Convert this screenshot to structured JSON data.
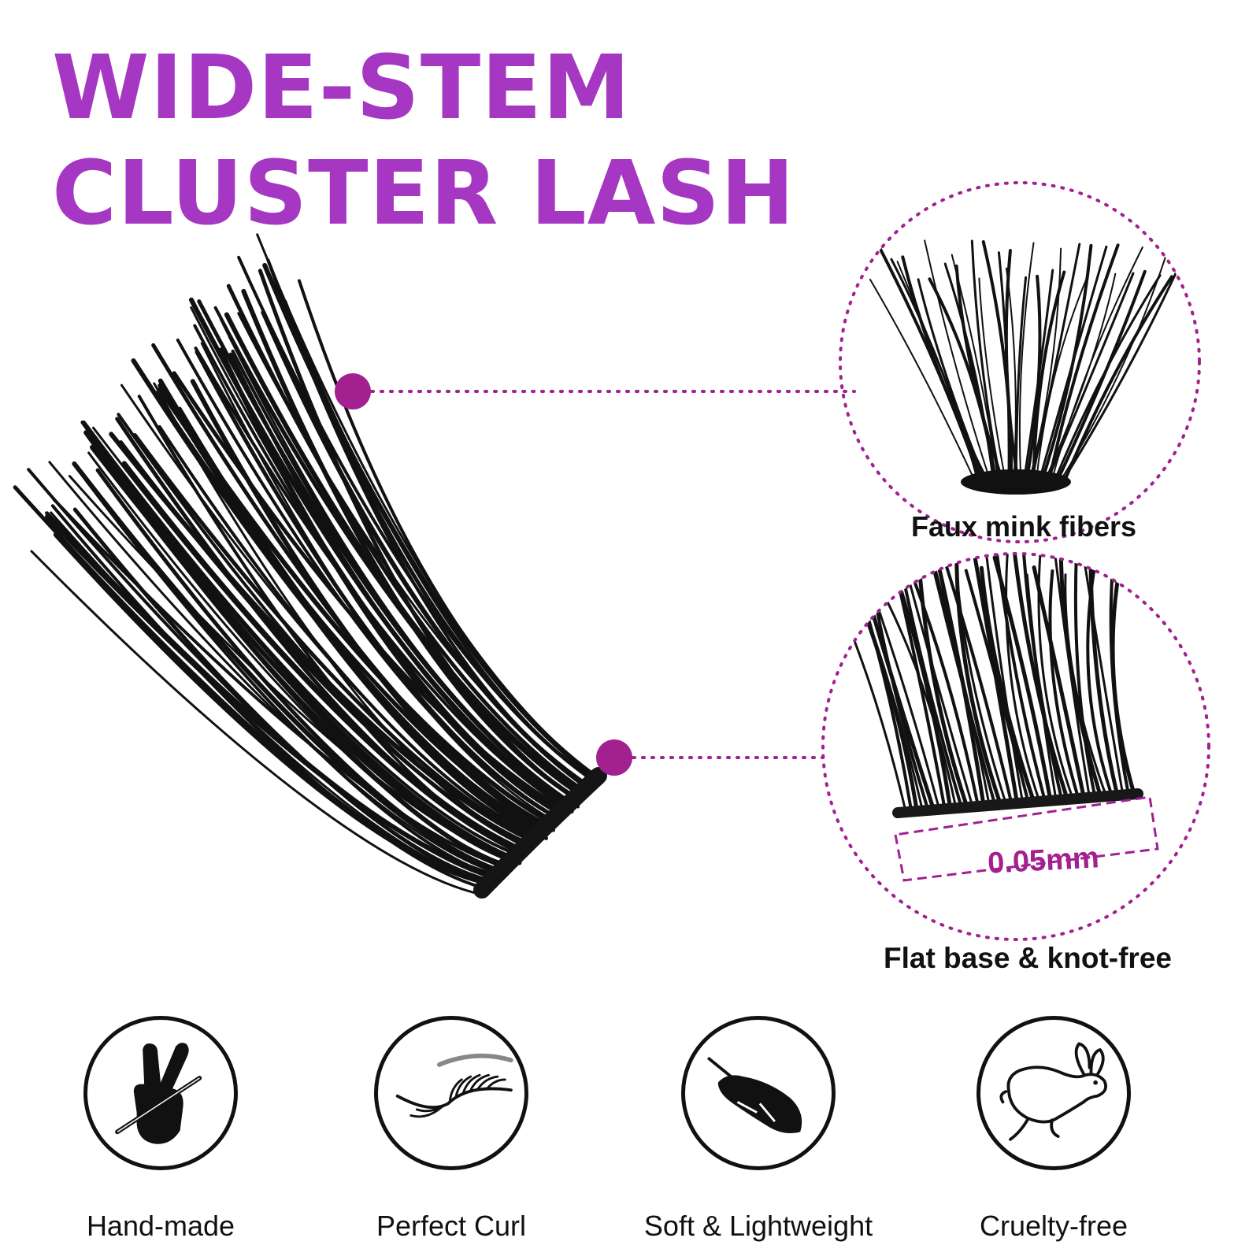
{
  "title": {
    "line1": "WIDE-STEM",
    "line2": "CLUSTER LASH"
  },
  "callouts": {
    "fibers": "Faux mink fibers",
    "base": "Flat base & knot-free",
    "measurement": "0.05mm"
  },
  "features": [
    {
      "label": "Hand-made",
      "icon": "hand-pencil-icon"
    },
    {
      "label": "Perfect Curl",
      "icon": "eyelash-icon"
    },
    {
      "label": "Soft & Lightweight",
      "icon": "feather-icon"
    },
    {
      "label": "Cruelty-free",
      "icon": "rabbit-icon"
    }
  ],
  "colors": {
    "accent": "#a537c2",
    "callout_dot": "#a2208f",
    "text": "#111111"
  }
}
